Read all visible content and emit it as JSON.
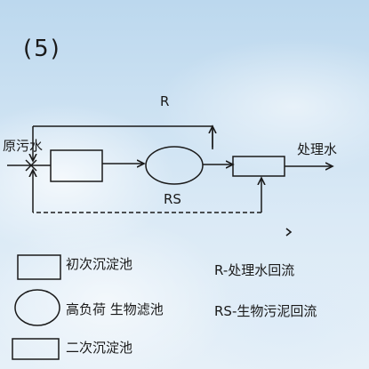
{
  "item_number": "(5)",
  "flow_labels": {
    "return_r": "R",
    "return_rs": "RS",
    "influent": "原污水",
    "effluent": "处理水"
  },
  "legend": {
    "primary_clarifier": "初次沉淀池",
    "high_rate_trickling_filter": "高负荷 生物滤池",
    "secondary_clarifier": "二次沉淀池",
    "r_meaning": "R-处理水回流",
    "rs_meaning": "RS-生物污泥回流"
  },
  "colors": {
    "ink": "#1a1a1a",
    "background_top": "#bcd8ee",
    "background_bottom": "#e6f0f8"
  }
}
